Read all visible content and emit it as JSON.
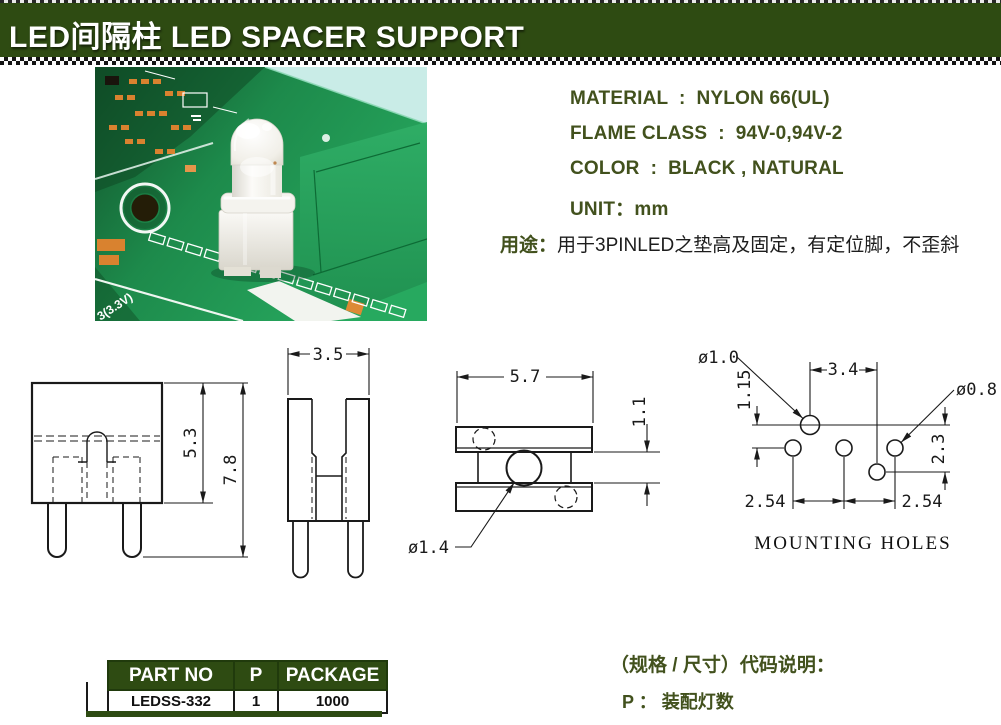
{
  "colors": {
    "header_bg": "#2e4b12",
    "accent_text": "#42511d",
    "table_header_bg": "#2e4b12",
    "pcb_green": "#1d8a4b",
    "pad_orange": "#d9822f"
  },
  "header": {
    "title": "LED间隔柱 LED SPACER SUPPORT"
  },
  "specs": [
    {
      "label": "MATERIAL",
      "colon": "  :  ",
      "value": "NYLON 66(UL)"
    },
    {
      "label": "FLAME CLASS",
      "colon": "  :  ",
      "value": "94V-0,94V-2"
    },
    {
      "label": "COLOR",
      "colon": "  :  ",
      "value": "BLACK , NATURAL"
    },
    {
      "label": "UNIT",
      "colon": "：",
      "value": "mm"
    }
  ],
  "usage": {
    "label": "用途",
    "colon": "：",
    "text": "用于3PINLED之垫高及固定，有定位脚，不歪斜"
  },
  "drawings": {
    "front_view": {
      "dim_body_height": "5.3",
      "dim_total_height": "7.8"
    },
    "side_view": {
      "dim_width": "3.5"
    },
    "top_view": {
      "dim_width": "5.7",
      "dim_slot": "1.1",
      "dim_center_hole": "ø1.4"
    },
    "mounting_holes": {
      "caption": "MOUNTING HOLES",
      "dia_top": "ø1.0",
      "dia_small": "ø0.8",
      "dim_row_offset": "1.15",
      "dim_span": "3.4",
      "dim_vertical": "2.3",
      "dim_pitch_left": "2.54",
      "dim_pitch_right": "2.54"
    }
  },
  "photo": {
    "silkscreen_text": "3(3.3V)"
  },
  "table": {
    "headers": [
      "PART NO",
      "P",
      "PACKAGE"
    ],
    "row": [
      "LEDSS-332",
      "1",
      "1000"
    ]
  },
  "code_note": {
    "title": "（规格 / 尺寸）代码说明：",
    "p_label": "P",
    "p_colon": " ： ",
    "p_desc": "装配灯数"
  }
}
